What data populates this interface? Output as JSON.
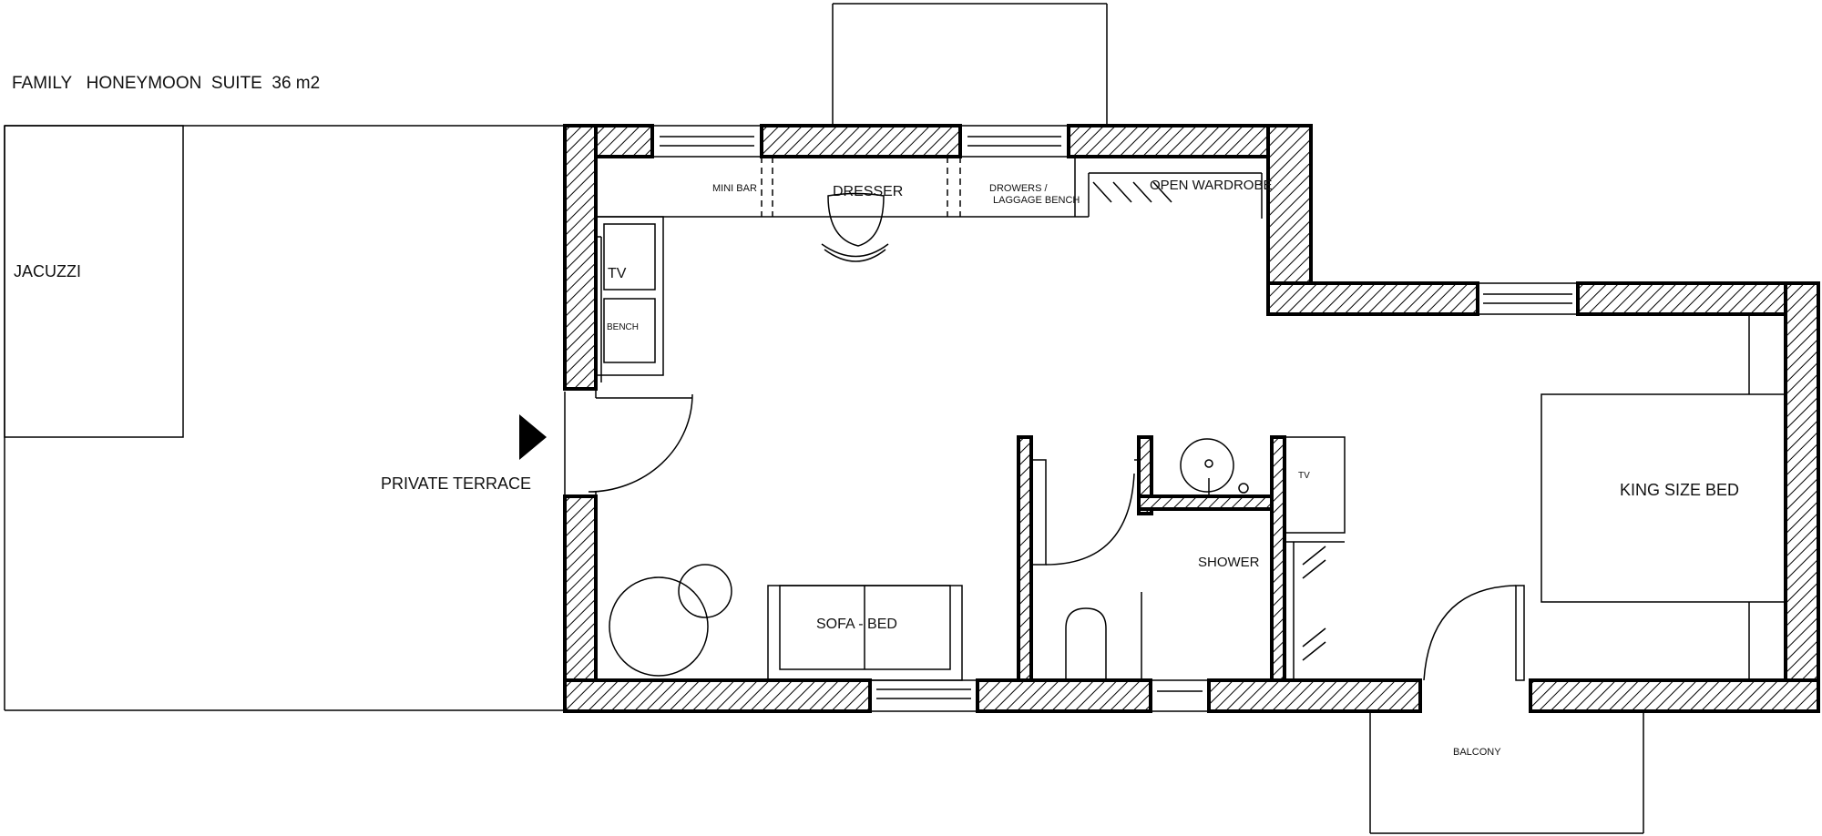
{
  "title": "FAMILY   HONEYMOON  SUITE  36 m2",
  "labels": {
    "jacuzzi": "JACUZZI",
    "private_terrace": "PRIVATE TERRACE",
    "mini_bar": "MINI BAR",
    "dresser": "DRESSER",
    "drowers_line1": "DROWERS /",
    "drowers_line2": "LAGGAGE BENCH",
    "open_wardrobe": "OPEN WARDROBE",
    "tv_left": "TV",
    "bench": "BENCH",
    "sofa_bed": "SOFA - BED",
    "shower": "SHOWER",
    "tv_bath": "TV",
    "king_size_bed": "KING SIZE BED",
    "balcony": "BALCONY"
  },
  "colors": {
    "line": "#000000",
    "background": "#ffffff"
  }
}
